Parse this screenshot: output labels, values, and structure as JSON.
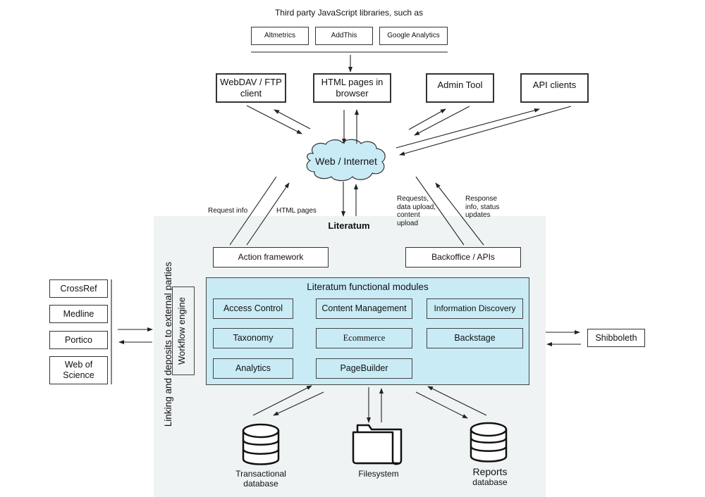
{
  "top": {
    "heading": "Third party JavaScript  libraries, such as",
    "libraries": [
      "Altmetrics",
      "AddThis",
      "Google Analytics"
    ]
  },
  "clients": {
    "webdav": "WebDAV / FTP client",
    "html_pages": "HTML pages in browser",
    "admin_tool": "Admin Tool",
    "api_clients": "API clients"
  },
  "cloud": {
    "label": "Web / Internet",
    "color": "#c9ebf6"
  },
  "flow_labels": {
    "request_info": "Request info",
    "html_pages": "HTML pages",
    "requests": "Requests, data upload, content upload",
    "response": "Response info, status updates"
  },
  "literatum": {
    "title": "Literatum",
    "action_framework": "Action framework",
    "backoffice": "Backoffice / APIs",
    "side_label": "Linking and deposits to external parties",
    "workflow_engine": "Workflow engine",
    "modules_title": "Literatum functional modules",
    "modules": [
      "Access Control",
      "Content Management",
      "Information Discovery",
      "Taxonomy",
      "Ecommerce",
      "Backstage",
      "Analytics",
      "PageBuilder"
    ],
    "background": "#eff3f4",
    "module_color": "#c9ebf6"
  },
  "external_parties": [
    "CrossRef",
    "Medline",
    "Portico",
    "Web of Science"
  ],
  "shibboleth": "Shibboleth",
  "storage": {
    "transactional": "Transactional database",
    "filesystem": "Filesystem",
    "reports_title": "Reports",
    "reports_sub": "database"
  }
}
